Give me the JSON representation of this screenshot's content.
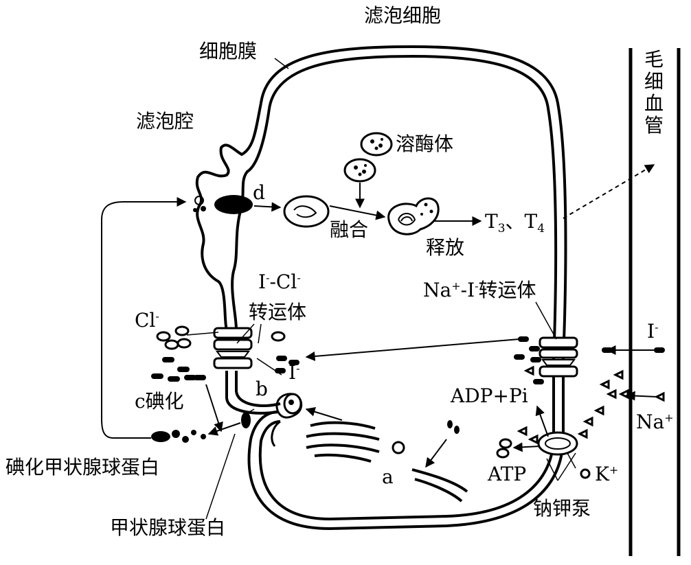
{
  "labels": {
    "cell": "滤泡细胞",
    "membrane": "细胞膜",
    "lumen": "滤泡腔",
    "capillary": [
      "毛",
      "细",
      "血",
      "管"
    ],
    "lysosome": "溶酶体",
    "fusion": "融合",
    "release": "释放",
    "hormone_t3": "T",
    "hormone_t3_sub": "3",
    "separator": "、",
    "hormone_t4": "T",
    "hormone_t4_sub": "4",
    "step_d": "d",
    "step_b": "b",
    "step_a": "a",
    "iodination": "c碘化",
    "icl_transporter_line1": "I",
    "icl_transporter_sup1": "-",
    "icl_transporter_mid": "-Cl",
    "icl_transporter_sup2": "-",
    "icl_transporter_line2": "转运体",
    "nai_transporter_na": "Na",
    "nai_transporter_sup1": "+",
    "nai_transporter_mid": "-I",
    "nai_transporter_sup2": "-",
    "nai_transporter_tail": "转运体",
    "cl_ion": "Cl",
    "cl_ion_sup": "-",
    "i_ion_inside": "I",
    "i_ion_inside_sup": "-",
    "i_ion_outside": "I",
    "i_ion_outside_sup": "-",
    "adp": "ADP+Pi",
    "atp": "ATP",
    "na_ion": "Na",
    "na_ion_sup": "+",
    "k_ion": "K",
    "k_ion_sup": "+",
    "pump": "钠钾泵",
    "iodinated_tg": "碘化甲状腺球蛋白",
    "thyroglobulin": "甲状腺球蛋白"
  },
  "colors": {
    "ink": "#000000",
    "paper": "#ffffff"
  }
}
